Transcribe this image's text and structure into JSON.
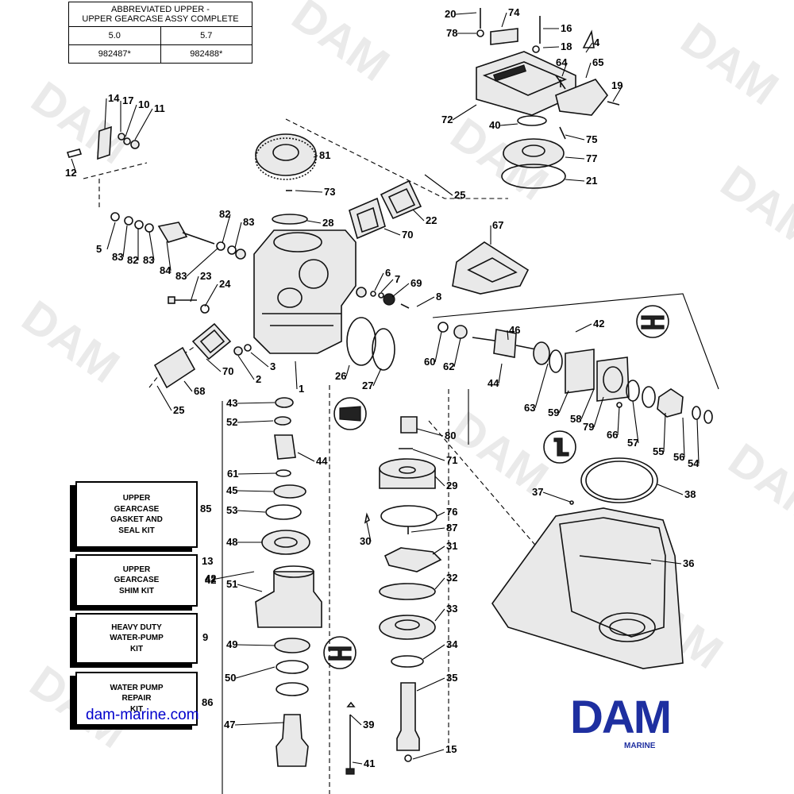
{
  "table": {
    "header": "ABBREVIATED UPPER -\nUPPER GEARCASE ASSY COMPLETE",
    "rows": [
      [
        "5.0",
        "5.7"
      ],
      [
        "982487*",
        "982488*"
      ]
    ]
  },
  "kits": [
    {
      "label": "UPPER\nGEARCASE\nGASKET AND\nSEAL KIT",
      "number": "85"
    },
    {
      "label": "UPPER\nGEARCASE\nSHIM KIT",
      "number": "13"
    },
    {
      "label": "HEAVY DUTY\nWATER-PUMP\nKIT",
      "number": "9"
    },
    {
      "label": "WATER PUMP\nREPAIR\nKIT",
      "number": "86"
    }
  ],
  "bracket_label": "42",
  "url": "dam-marine.com",
  "logo": {
    "text": "DAM",
    "sub": "MARINE",
    "color": "#1e2fa0"
  },
  "watermark": "DAM",
  "callouts": [
    "20",
    "74",
    "16",
    "78",
    "18",
    "4",
    "64",
    "65",
    "19",
    "72",
    "40",
    "75",
    "77",
    "21",
    "14",
    "17",
    "10",
    "11",
    "12",
    "81",
    "73",
    "25",
    "22",
    "28",
    "67",
    "70",
    "82",
    "83",
    "5",
    "83",
    "82",
    "83",
    "84",
    "83",
    "23",
    "24",
    "6",
    "7",
    "69",
    "8",
    "42",
    "46",
    "60",
    "62",
    "44",
    "63",
    "59",
    "58",
    "79",
    "66",
    "57",
    "55",
    "56",
    "54",
    "26",
    "27",
    "3",
    "2",
    "1",
    "70",
    "68",
    "25",
    "43",
    "52",
    "44",
    "61",
    "45",
    "53",
    "48",
    "42",
    "51",
    "49",
    "50",
    "47",
    "80",
    "71",
    "29",
    "76",
    "30",
    "87",
    "31",
    "32",
    "33",
    "34",
    "35",
    "39",
    "41",
    "15",
    "37",
    "38",
    "36"
  ]
}
